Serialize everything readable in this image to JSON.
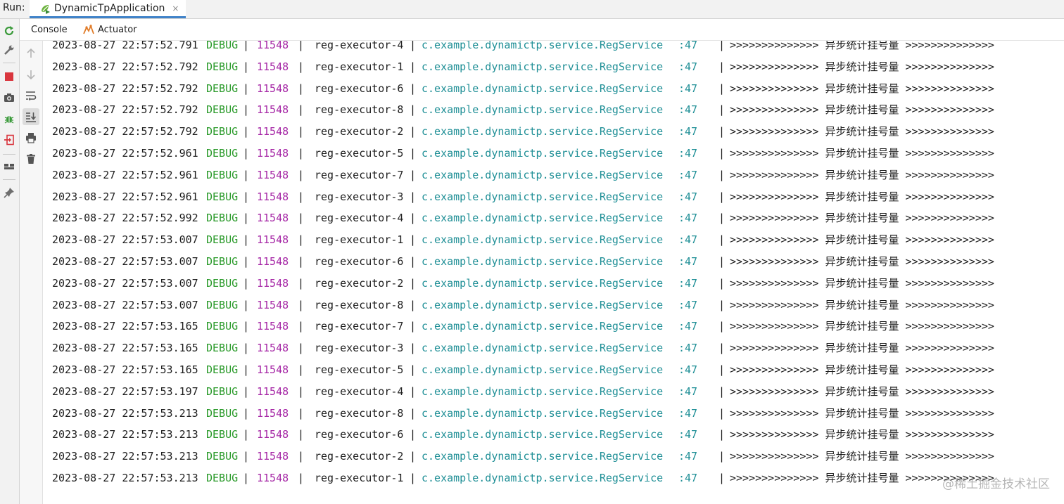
{
  "run_header": {
    "label": "Run:",
    "tab": {
      "label": "DynamicTpApplication",
      "icon": "spring-boot-icon",
      "close": "×"
    }
  },
  "subtabs": [
    {
      "label": "Console",
      "active": true
    },
    {
      "label": "Actuator",
      "icon": "actuator-icon",
      "active": false
    }
  ],
  "left_toolbar": [
    {
      "icon": "rerun-icon"
    },
    {
      "icon": "wrench-icon"
    },
    {
      "icon": "stop-icon"
    },
    {
      "icon": "camera-icon"
    },
    {
      "icon": "debug-bug-icon"
    },
    {
      "icon": "exit-icon"
    },
    {
      "icon": "layout-icon"
    },
    {
      "icon": "pin-icon"
    }
  ],
  "console_toolbar": [
    {
      "icon": "up-arrow-icon"
    },
    {
      "icon": "down-arrow-icon"
    },
    {
      "icon": "soft-wrap-icon"
    },
    {
      "icon": "scroll-to-end-icon",
      "active": true
    },
    {
      "icon": "print-icon"
    },
    {
      "icon": "trash-icon"
    }
  ],
  "colors": {
    "level": "#2a9a2a",
    "pid": "#a526a5",
    "logger": "#1f8f96",
    "tab_underline": "#4083c9"
  },
  "log_rows": [
    {
      "timestamp": "2023-08-27 22:57:52.791",
      "level": "DEBUG",
      "pid": "11548",
      "thread": "reg-executor-4",
      "logger": "c.example.dynamictp.service.RegService",
      "line": ":47",
      "message": ">>>>>>>>>>>>>> 异步统计挂号量 >>>>>>>>>>>>>>"
    },
    {
      "timestamp": "2023-08-27 22:57:52.792",
      "level": "DEBUG",
      "pid": "11548",
      "thread": "reg-executor-1",
      "logger": "c.example.dynamictp.service.RegService",
      "line": ":47",
      "message": ">>>>>>>>>>>>>> 异步统计挂号量 >>>>>>>>>>>>>>"
    },
    {
      "timestamp": "2023-08-27 22:57:52.792",
      "level": "DEBUG",
      "pid": "11548",
      "thread": "reg-executor-6",
      "logger": "c.example.dynamictp.service.RegService",
      "line": ":47",
      "message": ">>>>>>>>>>>>>> 异步统计挂号量 >>>>>>>>>>>>>>"
    },
    {
      "timestamp": "2023-08-27 22:57:52.792",
      "level": "DEBUG",
      "pid": "11548",
      "thread": "reg-executor-8",
      "logger": "c.example.dynamictp.service.RegService",
      "line": ":47",
      "message": ">>>>>>>>>>>>>> 异步统计挂号量 >>>>>>>>>>>>>>"
    },
    {
      "timestamp": "2023-08-27 22:57:52.792",
      "level": "DEBUG",
      "pid": "11548",
      "thread": "reg-executor-2",
      "logger": "c.example.dynamictp.service.RegService",
      "line": ":47",
      "message": ">>>>>>>>>>>>>> 异步统计挂号量 >>>>>>>>>>>>>>"
    },
    {
      "timestamp": "2023-08-27 22:57:52.961",
      "level": "DEBUG",
      "pid": "11548",
      "thread": "reg-executor-5",
      "logger": "c.example.dynamictp.service.RegService",
      "line": ":47",
      "message": ">>>>>>>>>>>>>> 异步统计挂号量 >>>>>>>>>>>>>>"
    },
    {
      "timestamp": "2023-08-27 22:57:52.961",
      "level": "DEBUG",
      "pid": "11548",
      "thread": "reg-executor-7",
      "logger": "c.example.dynamictp.service.RegService",
      "line": ":47",
      "message": ">>>>>>>>>>>>>> 异步统计挂号量 >>>>>>>>>>>>>>"
    },
    {
      "timestamp": "2023-08-27 22:57:52.961",
      "level": "DEBUG",
      "pid": "11548",
      "thread": "reg-executor-3",
      "logger": "c.example.dynamictp.service.RegService",
      "line": ":47",
      "message": ">>>>>>>>>>>>>> 异步统计挂号量 >>>>>>>>>>>>>>"
    },
    {
      "timestamp": "2023-08-27 22:57:52.992",
      "level": "DEBUG",
      "pid": "11548",
      "thread": "reg-executor-4",
      "logger": "c.example.dynamictp.service.RegService",
      "line": ":47",
      "message": ">>>>>>>>>>>>>> 异步统计挂号量 >>>>>>>>>>>>>>"
    },
    {
      "timestamp": "2023-08-27 22:57:53.007",
      "level": "DEBUG",
      "pid": "11548",
      "thread": "reg-executor-1",
      "logger": "c.example.dynamictp.service.RegService",
      "line": ":47",
      "message": ">>>>>>>>>>>>>> 异步统计挂号量 >>>>>>>>>>>>>>"
    },
    {
      "timestamp": "2023-08-27 22:57:53.007",
      "level": "DEBUG",
      "pid": "11548",
      "thread": "reg-executor-6",
      "logger": "c.example.dynamictp.service.RegService",
      "line": ":47",
      "message": ">>>>>>>>>>>>>> 异步统计挂号量 >>>>>>>>>>>>>>"
    },
    {
      "timestamp": "2023-08-27 22:57:53.007",
      "level": "DEBUG",
      "pid": "11548",
      "thread": "reg-executor-2",
      "logger": "c.example.dynamictp.service.RegService",
      "line": ":47",
      "message": ">>>>>>>>>>>>>> 异步统计挂号量 >>>>>>>>>>>>>>"
    },
    {
      "timestamp": "2023-08-27 22:57:53.007",
      "level": "DEBUG",
      "pid": "11548",
      "thread": "reg-executor-8",
      "logger": "c.example.dynamictp.service.RegService",
      "line": ":47",
      "message": ">>>>>>>>>>>>>> 异步统计挂号量 >>>>>>>>>>>>>>"
    },
    {
      "timestamp": "2023-08-27 22:57:53.165",
      "level": "DEBUG",
      "pid": "11548",
      "thread": "reg-executor-7",
      "logger": "c.example.dynamictp.service.RegService",
      "line": ":47",
      "message": ">>>>>>>>>>>>>> 异步统计挂号量 >>>>>>>>>>>>>>"
    },
    {
      "timestamp": "2023-08-27 22:57:53.165",
      "level": "DEBUG",
      "pid": "11548",
      "thread": "reg-executor-3",
      "logger": "c.example.dynamictp.service.RegService",
      "line": ":47",
      "message": ">>>>>>>>>>>>>> 异步统计挂号量 >>>>>>>>>>>>>>"
    },
    {
      "timestamp": "2023-08-27 22:57:53.165",
      "level": "DEBUG",
      "pid": "11548",
      "thread": "reg-executor-5",
      "logger": "c.example.dynamictp.service.RegService",
      "line": ":47",
      "message": ">>>>>>>>>>>>>> 异步统计挂号量 >>>>>>>>>>>>>>"
    },
    {
      "timestamp": "2023-08-27 22:57:53.197",
      "level": "DEBUG",
      "pid": "11548",
      "thread": "reg-executor-4",
      "logger": "c.example.dynamictp.service.RegService",
      "line": ":47",
      "message": ">>>>>>>>>>>>>> 异步统计挂号量 >>>>>>>>>>>>>>"
    },
    {
      "timestamp": "2023-08-27 22:57:53.213",
      "level": "DEBUG",
      "pid": "11548",
      "thread": "reg-executor-8",
      "logger": "c.example.dynamictp.service.RegService",
      "line": ":47",
      "message": ">>>>>>>>>>>>>> 异步统计挂号量 >>>>>>>>>>>>>>"
    },
    {
      "timestamp": "2023-08-27 22:57:53.213",
      "level": "DEBUG",
      "pid": "11548",
      "thread": "reg-executor-6",
      "logger": "c.example.dynamictp.service.RegService",
      "line": ":47",
      "message": ">>>>>>>>>>>>>> 异步统计挂号量 >>>>>>>>>>>>>>"
    },
    {
      "timestamp": "2023-08-27 22:57:53.213",
      "level": "DEBUG",
      "pid": "11548",
      "thread": "reg-executor-2",
      "logger": "c.example.dynamictp.service.RegService",
      "line": ":47",
      "message": ">>>>>>>>>>>>>> 异步统计挂号量 >>>>>>>>>>>>>>"
    },
    {
      "timestamp": "2023-08-27 22:57:53.213",
      "level": "DEBUG",
      "pid": "11548",
      "thread": "reg-executor-1",
      "logger": "c.example.dynamictp.service.RegService",
      "line": ":47",
      "message": ">>>>>>>>>>>>>> 异步统计挂号量 >>>>>>>>>>>>>>"
    }
  ],
  "watermark": "@稀土掘金技术社区"
}
